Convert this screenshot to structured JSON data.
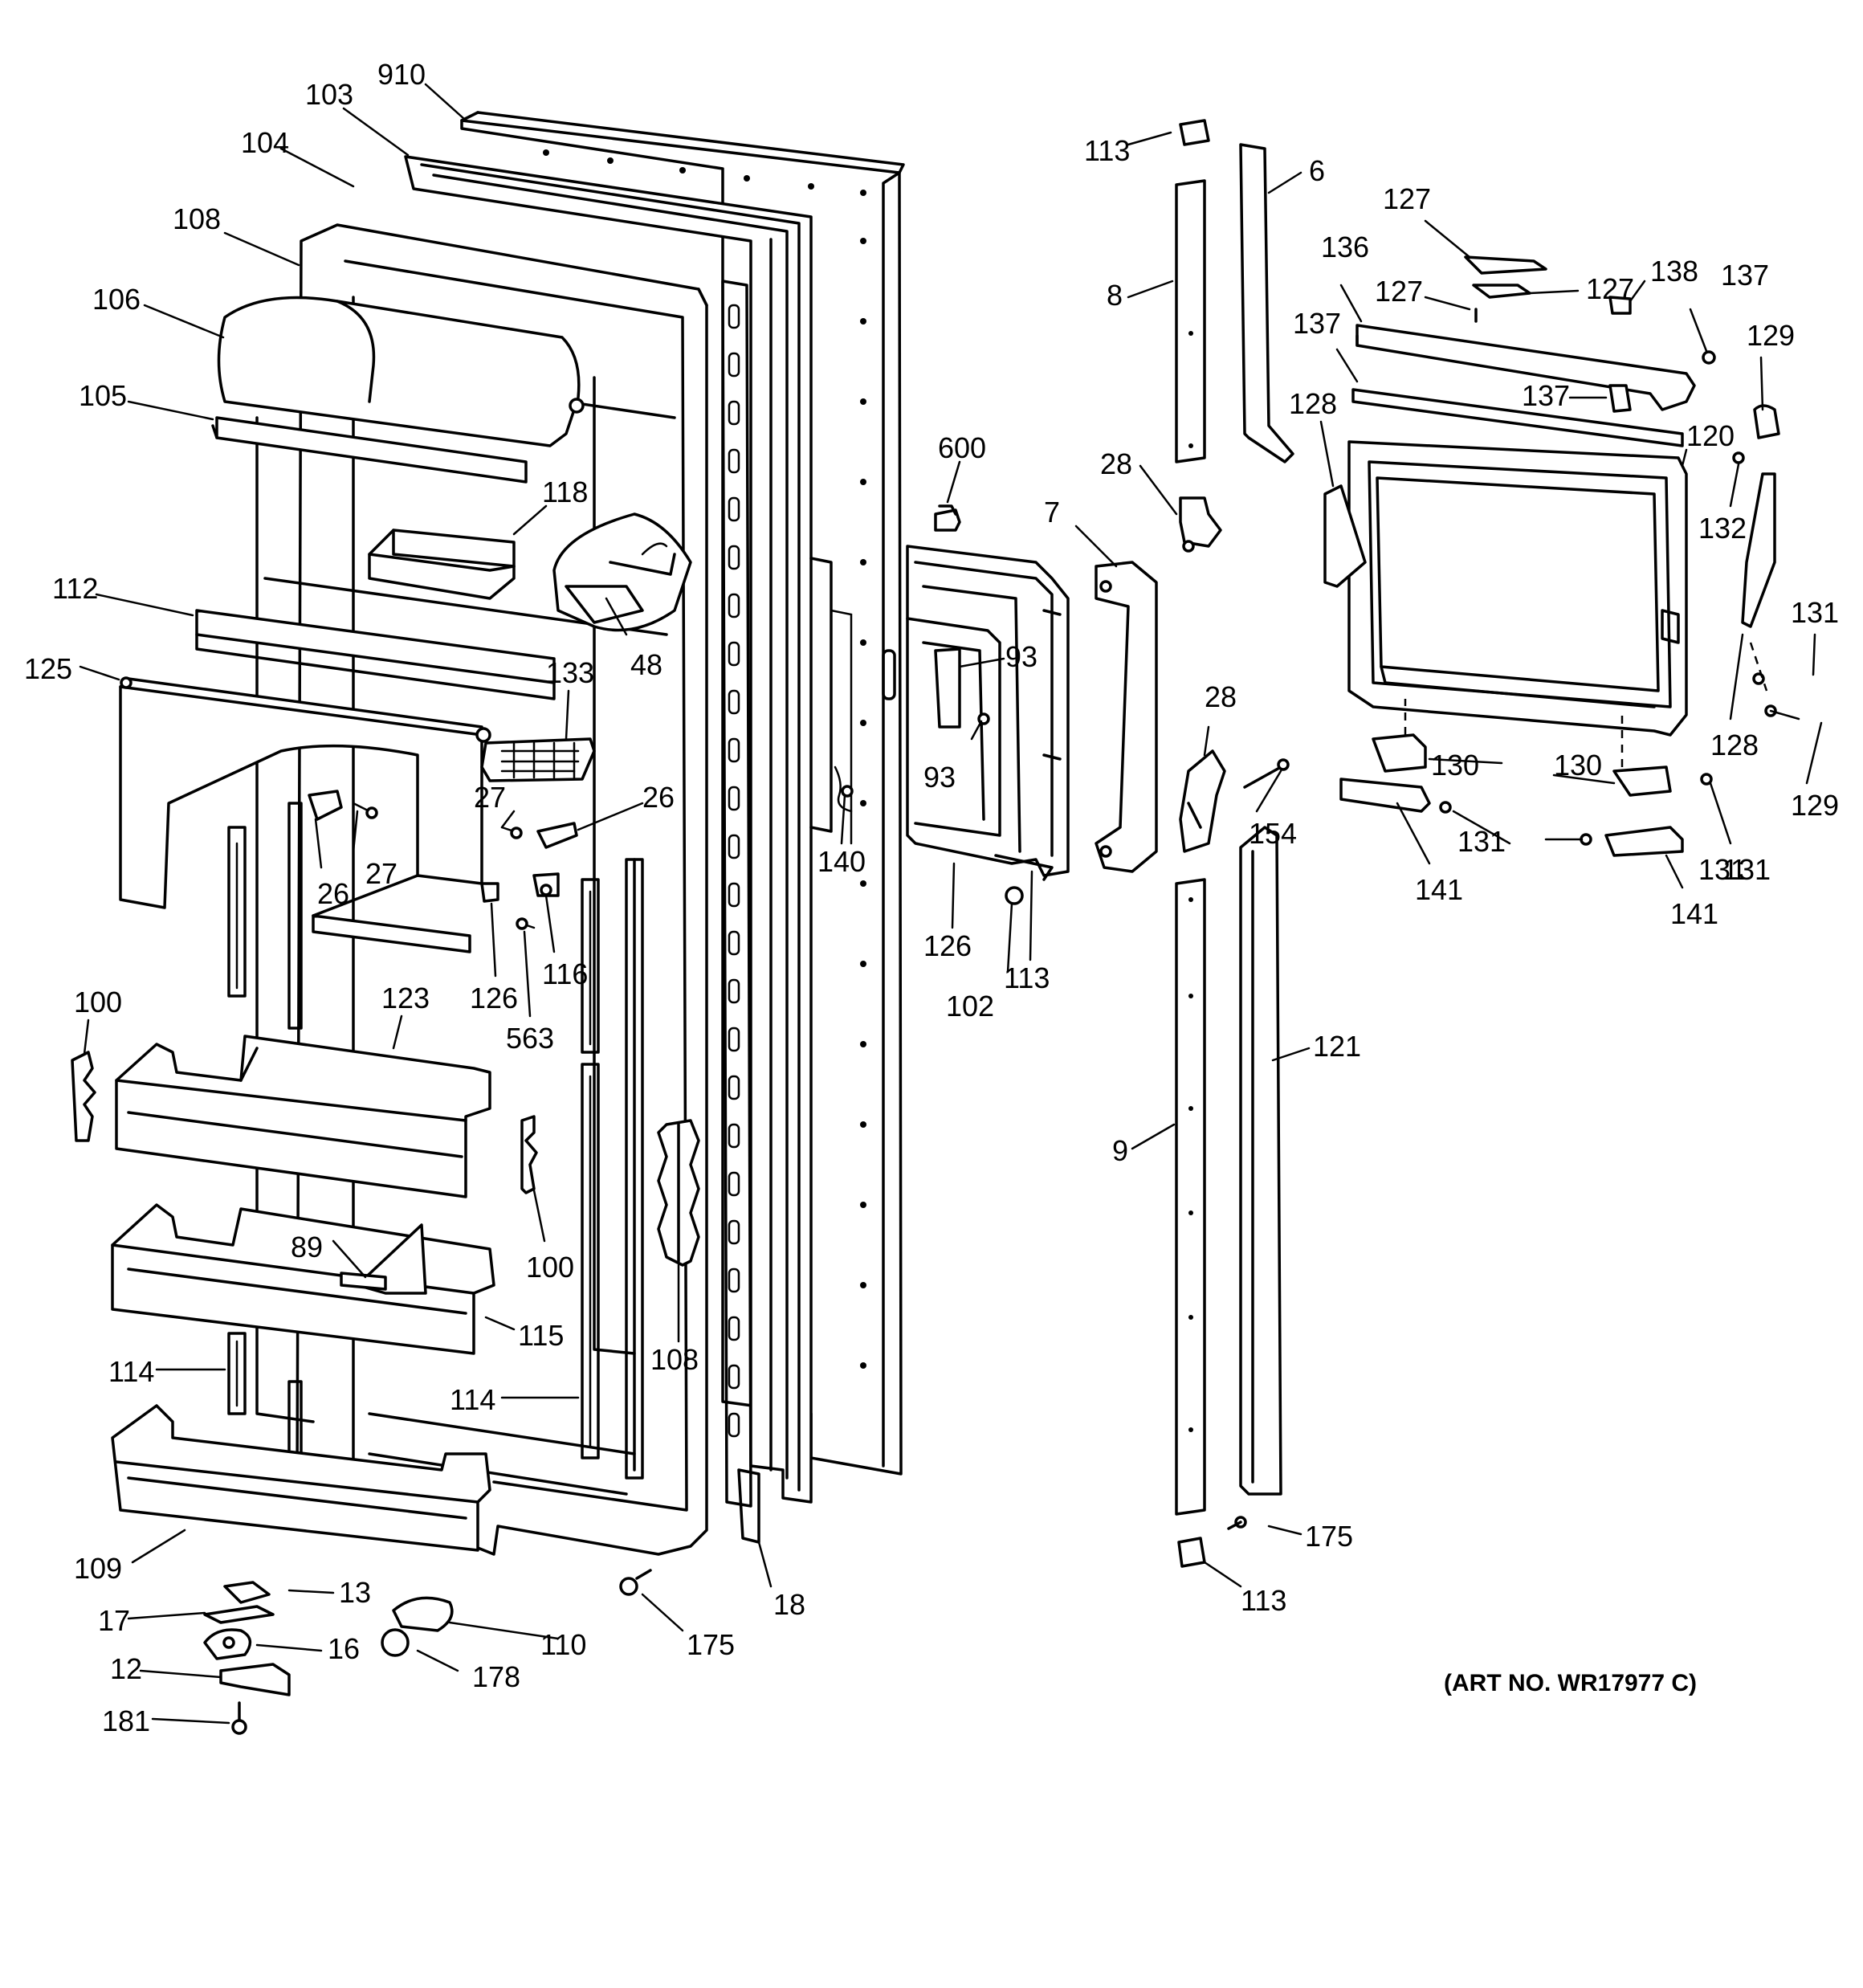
{
  "art_number": "(ART NO. WR17977 C)",
  "callouts": [
    "910",
    "103",
    "104",
    "108",
    "106",
    "105",
    "118",
    "112",
    "48",
    "133",
    "125",
    "26",
    "27",
    "27",
    "26",
    "600",
    "7",
    "93",
    "93",
    "140",
    "126",
    "113",
    "102",
    "100",
    "123",
    "126",
    "116",
    "563",
    "100",
    "89",
    "115",
    "114",
    "114",
    "108",
    "109",
    "13",
    "17",
    "16",
    "12",
    "181",
    "110",
    "178",
    "175",
    "18",
    "113",
    "6",
    "8",
    "28",
    "28",
    "154",
    "9",
    "121",
    "175",
    "113",
    "127",
    "136",
    "127",
    "127",
    "138",
    "137",
    "137",
    "137",
    "129",
    "128",
    "120",
    "132",
    "131",
    "131",
    "128",
    "130",
    "130",
    "129",
    "141",
    "131",
    "131",
    "141"
  ]
}
